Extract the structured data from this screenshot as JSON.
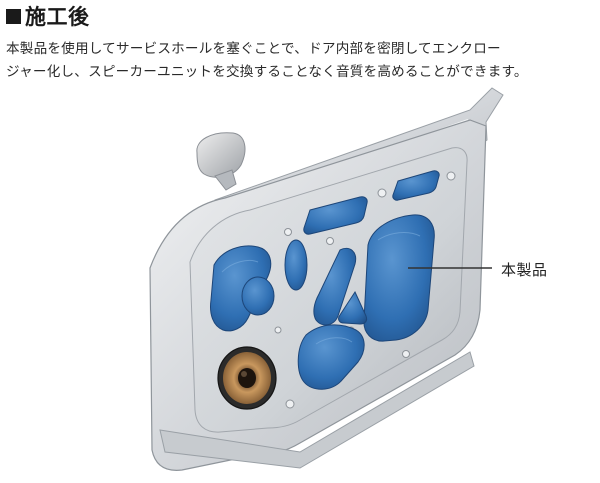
{
  "section": {
    "title": "施工後"
  },
  "description": {
    "line1": "本製品を使用してサービスホールを塞ぐことで、ドア内部を密閉してエンクロー",
    "line2": "ジャー化し、スピーカーユニットを交換することなく音質を高めることができます。"
  },
  "illustration": {
    "callout_label": "本製品",
    "product_color": "#2f6fb3",
    "panel_color": "#d9dce0",
    "speaker_cone_color": "#c9985e"
  }
}
